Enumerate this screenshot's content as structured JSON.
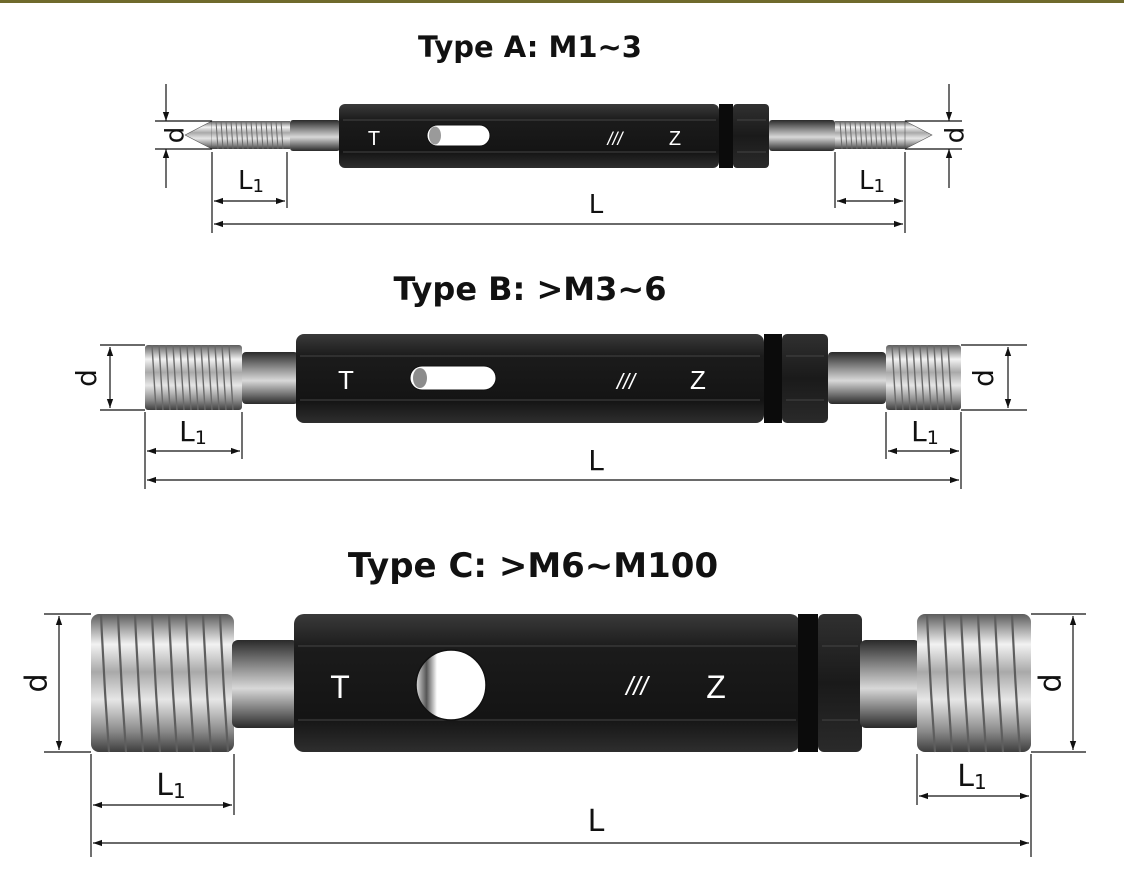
{
  "frame": {
    "accent_color": "#6f6a2c"
  },
  "gauges": [
    {
      "title": "Type A: M1~3",
      "go_mark": "T",
      "nogo_mark": "Z",
      "ring_mark": "///",
      "window": "slot",
      "labels": {
        "diameter": "d",
        "thread_length": "L",
        "thread_length_sub": "1",
        "total_length": "L"
      }
    },
    {
      "title": "Type B: >M3~6",
      "go_mark": "T",
      "nogo_mark": "Z",
      "ring_mark": "///",
      "window": "slot",
      "labels": {
        "diameter": "d",
        "thread_length": "L",
        "thread_length_sub": "1",
        "total_length": "L"
      }
    },
    {
      "title": "Type C: >M6~M100",
      "go_mark": "T",
      "nogo_mark": "Z",
      "ring_mark": "///",
      "window": "round",
      "labels": {
        "diameter": "d",
        "thread_length": "L",
        "thread_length_sub": "1",
        "total_length": "L"
      }
    }
  ]
}
